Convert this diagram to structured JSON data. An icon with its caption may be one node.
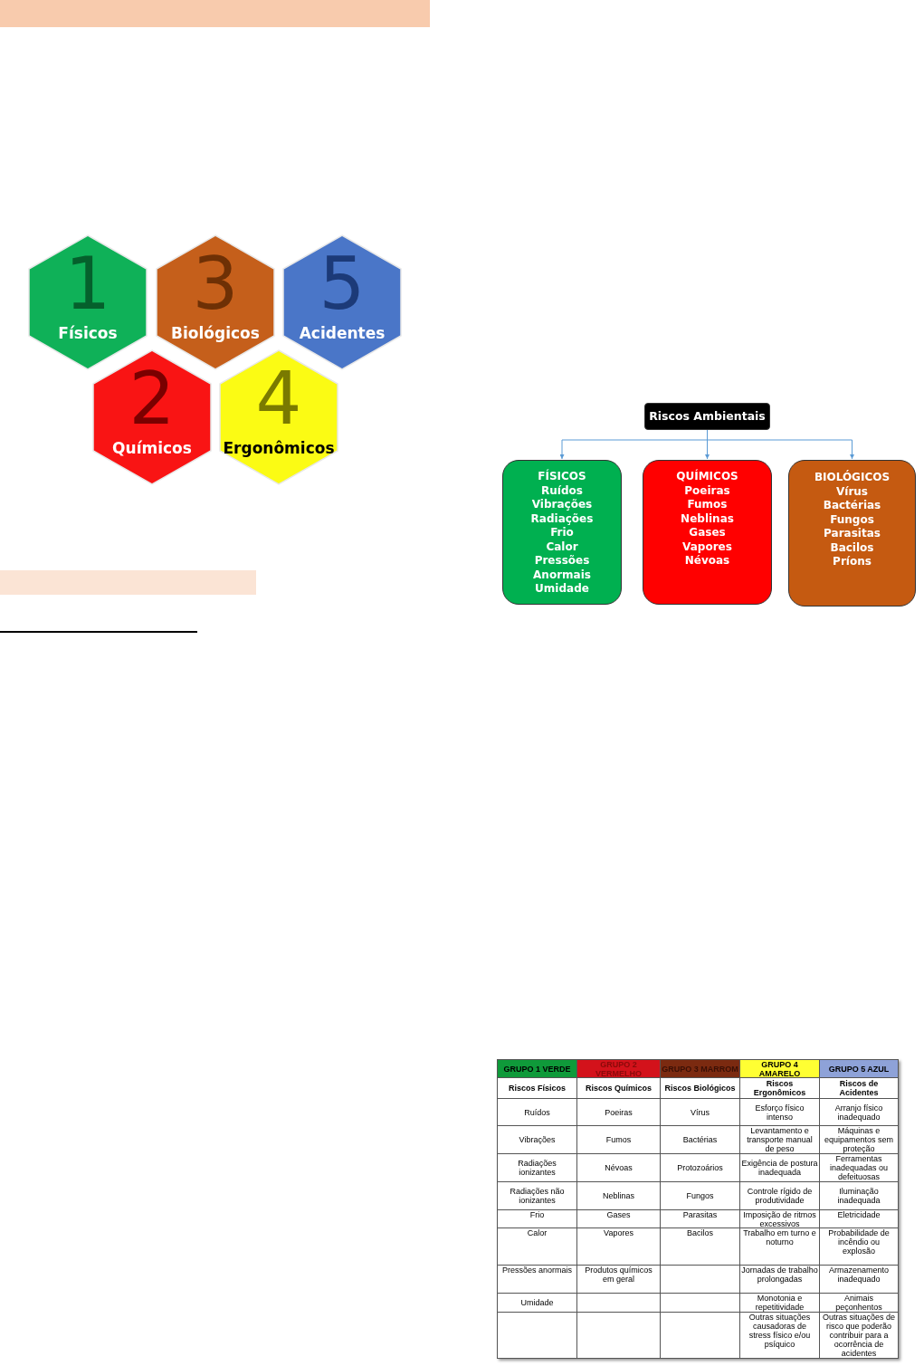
{
  "diagram": {
    "nodes": [
      {
        "text": [],
        "shape": "bar"
      },
      {
        "text": [
          "1",
          "Físicos"
        ]
      },
      {
        "text": [
          "3",
          "Biológicos"
        ]
      },
      {
        "text": [
          "5",
          "Acidentes"
        ]
      },
      {
        "text": [
          "2",
          "Químicos"
        ]
      },
      {
        "text": [
          "4",
          "Ergonômicos"
        ]
      },
      {
        "text": [],
        "shape": "bar"
      },
      {
        "text": [
          "Riscos Ambientais"
        ]
      },
      {
        "text": [
          "FÍSICOS",
          "Ruídos",
          "Vibrações",
          "Radiações",
          "Frio",
          "Calor",
          "Pressões",
          "Anormais",
          "Umidade"
        ]
      },
      {
        "text": [
          "QUÍMICOS",
          "Poeiras",
          "Fumos",
          "Neblinas",
          "Gases",
          "Vapores",
          "Névoas"
        ]
      },
      {
        "text": [
          "BIOLÓGICOS",
          "Vírus",
          "Bactérias",
          "Fungos",
          "Parasitas",
          "Bacilos",
          "Príons"
        ]
      }
    ],
    "edges": [
      {
        "from": 7,
        "to": 8,
        "arrow": "to"
      },
      {
        "from": 7,
        "to": 9,
        "arrow": "to"
      },
      {
        "from": 7,
        "to": 10,
        "arrow": "to"
      }
    ],
    "labels": [
      "GRUPO 1 VERDE",
      "GRUPO 2 VERMELHO",
      "GRUPO 3 MARROM",
      "GRUPO 4 AMARELO",
      "GRUPO 5 AZUL",
      "Riscos Físicos",
      "Riscos Químicos",
      "Riscos Biológicos",
      "Riscos Ergonômicos",
      "Riscos de Acidentes",
      "Ruídos",
      "Poeiras",
      "Vírus",
      "Esforço físico intenso",
      "Arranjo físico inadequado",
      "Vibrações",
      "Fumos",
      "Bactérias",
      "Levantamento e transporte manual de peso",
      "Máquinas e equipamentos sem proteção",
      "Radiações ionizantes",
      "Névoas",
      "Protozoários",
      "Exigência de postura inadequada",
      "Ferramentas inadequadas ou defeituosas",
      "Radiações não ionizantes",
      "Neblinas",
      "Fungos",
      "Controle rígido de produtividade",
      "Iluminação inadequada",
      "Frio",
      "Gases",
      "Parasitas",
      "Imposição de ritmos excessivos",
      "Eletricidade",
      "Calor",
      "Vapores",
      "Bacilos",
      "Trabalho em turno e noturno",
      "Probabilidade de incêndio ou explosão",
      "Pressões anormais",
      "Produtos químicos em geral",
      "Jornadas de trabalho prolongadas",
      "Armazenamento inadequado",
      "Umidade",
      "Monotonia e repetitividade",
      "Animais peçonhentos",
      "Outras situações causadoras de stress físico e/ou psíquico",
      "Outras situações de risco que poderão contribuir para a ocorrência de acidentes"
    ]
  }
}
